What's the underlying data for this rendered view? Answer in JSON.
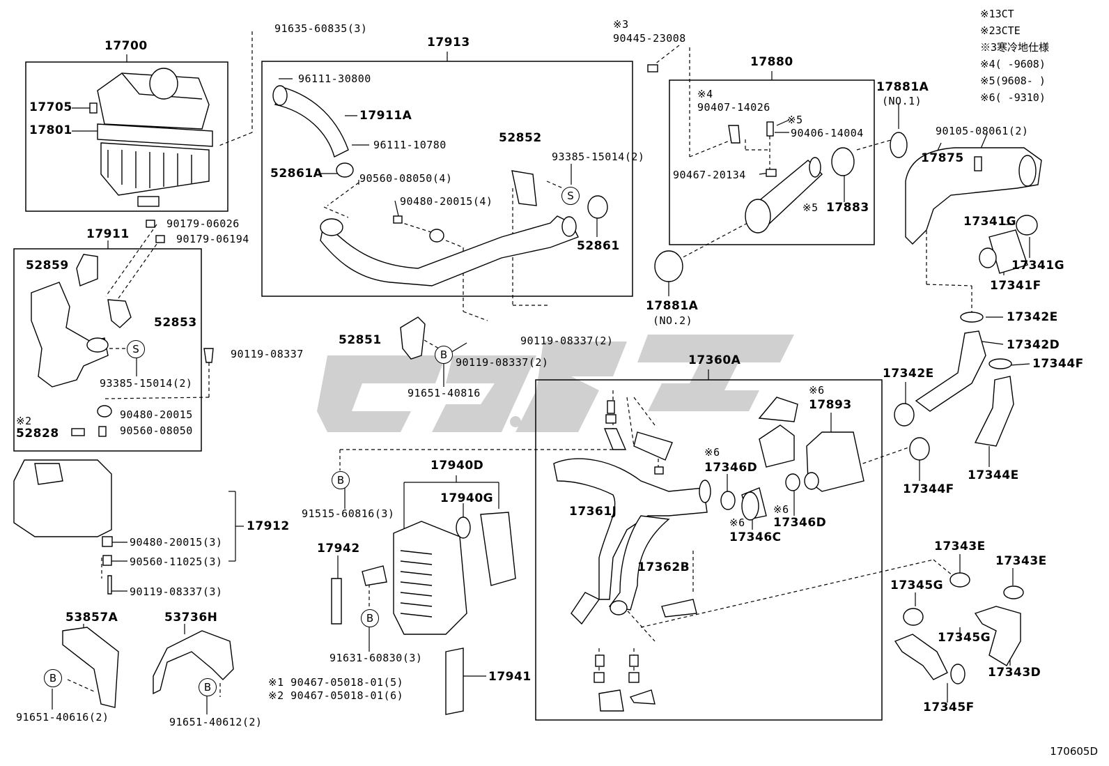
{
  "watermark": "",
  "diagram_id": "170605D",
  "legend": [
    {
      "mark": "※1",
      "text": "3CT"
    },
    {
      "mark": "※2",
      "text": "3CTE"
    },
    {
      "mark": "※3",
      "text": "寒冷地仕様"
    },
    {
      "mark": "※4",
      "text": "(      -9608)"
    },
    {
      "mark": "※5",
      "text": "(9608-      )"
    },
    {
      "mark": "※6",
      "text": "(      -9310)"
    }
  ],
  "labels": {
    "p17700": "17700",
    "p17705": "17705",
    "p17801": "17801",
    "p91635": "91635-60835(3)",
    "p17913": "17913",
    "p96111_30800": "96111-30800",
    "p17911A": "17911A",
    "p96111_10780": "96111-10780",
    "p52861A": "52861A",
    "p90560_08050_4": "90560-08050(4)",
    "p90480_20015_4": "90480-20015(4)",
    "p52852": "52852",
    "p93385_top": "93385-15014(2)",
    "p52861": "52861",
    "n3_top": "※3",
    "p90445": "90445-23008",
    "p17880": "17880",
    "n4": "※4",
    "p90407": "90407-14026",
    "n5_a": "※5",
    "p90406": "90406-14004",
    "p90467_20134": "90467-20134",
    "n5_b": "※5",
    "p17883": "17883",
    "p17881A_1": "17881A",
    "no1": "(NO.1)",
    "p17881A_2": "17881A",
    "no2": "(NO.2)",
    "p90105": "90105-08061(2)",
    "p17875": "17875",
    "p17341G_a": "17341G",
    "p17341G_b": "17341G",
    "p17341F": "17341F",
    "p90179_06026": "90179-06026",
    "p90179_06194": "90179-06194",
    "p17911": "17911",
    "p52859": "52859",
    "p52853": "52853",
    "p93385_left": "93385-15014(2)",
    "p90119_08337_left": "90119-08337",
    "p90480_20015_left": "90480-20015",
    "n2_left": "※2",
    "p52828": "52828",
    "p90560_08050_left": "90560-08050",
    "p52851": "52851",
    "p90119_08337_2a": "90119-08337(2)",
    "p90119_08337_2b": "90119-08337(2)",
    "p91651_40816": "91651-40816",
    "p17360A": "17360A",
    "p17342E_a": "17342E",
    "p17342D": "17342D",
    "p17342E_b": "17342E",
    "p17344F_a": "17344F",
    "p17344F_b": "17344F",
    "p17344E": "17344E",
    "n6_a": "※6",
    "p17893": "17893",
    "n6_b": "※6",
    "p17346D_a": "17346D",
    "n6_c": "※6",
    "p17346C": "17346C",
    "n6_d": "※6",
    "p17346D_b": "17346D",
    "p17361J": "17361J",
    "p17362B": "17362B",
    "p17912": "17912",
    "p90480_20015_3": "90480-20015(3)",
    "p90560_11025_3": "90560-11025(3)",
    "p90119_08337_3": "90119-08337(3)",
    "p91515": "91515-60816(3)",
    "p17940D": "17940D",
    "p17940G": "17940G",
    "p17942": "17942",
    "p91631": "91631-60830(3)",
    "p17941": "17941",
    "p90467_05018_1": "※1 90467-05018-01(5)",
    "p90467_05018_2": "※2 90467-05018-01(6)",
    "p53857A": "53857A",
    "p53736H": "53736H",
    "p91651_40616": "91651-40616(2)",
    "p91651_40612": "91651-40612(2)",
    "p17343E_a": "17343E",
    "p17343E_b": "17343E",
    "p17345G_a": "17345G",
    "p17345G_b": "17345G",
    "p17343D": "17343D",
    "p17345F": "17345F"
  },
  "circle_marks": {
    "S": "S",
    "B": "B"
  }
}
